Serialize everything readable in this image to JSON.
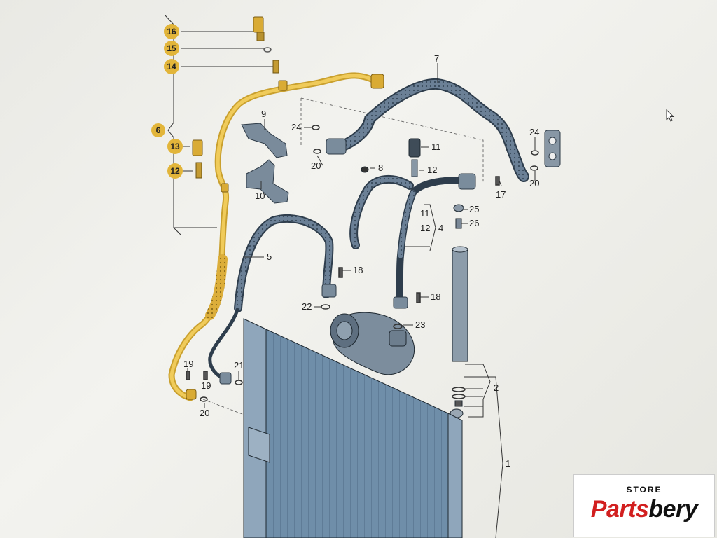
{
  "callouts": {
    "c1": "1",
    "c2": "2",
    "c4": "4",
    "c5": "5",
    "c6": "6",
    "c7": "7",
    "c8": "8",
    "c9": "9",
    "c10": "10",
    "c11a": "11",
    "c11b": "11",
    "c12a": "12",
    "c12b": "12",
    "c12c": "12",
    "c13": "13",
    "c14": "14",
    "c15": "15",
    "c16": "16",
    "c17": "17",
    "c18a": "18",
    "c18b": "18",
    "c19a": "19",
    "c19b": "19",
    "c20a": "20",
    "c20b": "20",
    "c20c": "20",
    "c21": "21",
    "c22": "22",
    "c23": "23",
    "c24a": "24",
    "c24b": "24",
    "c25": "25",
    "c26": "26"
  },
  "brand": {
    "top": "STORE",
    "name_part1": "Parts",
    "name_part2": "bery"
  },
  "colors": {
    "hose": "#5f7488",
    "highlight": "#e2b53a",
    "condenser": "#6a89a6",
    "brand_red": "#d21f1f"
  }
}
